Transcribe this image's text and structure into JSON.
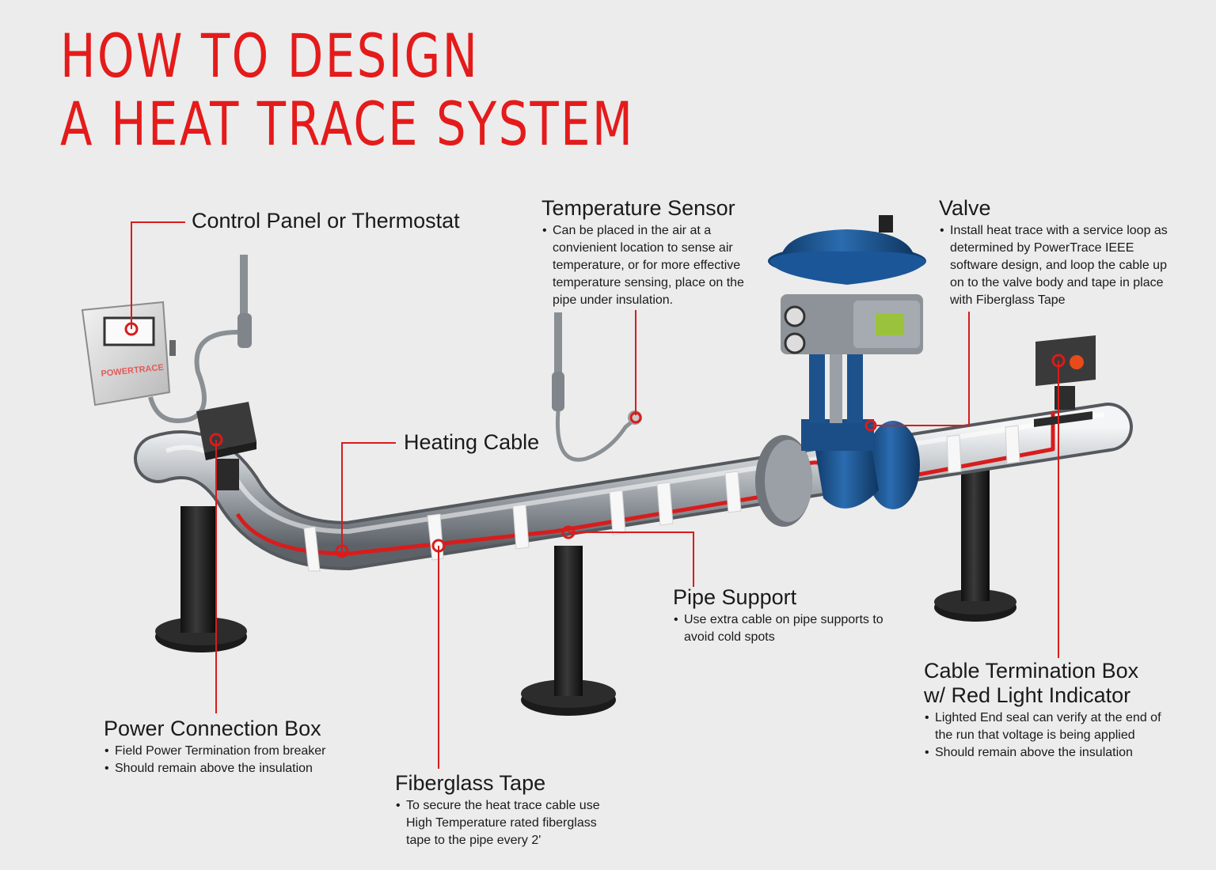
{
  "title": {
    "line1": "HOW TO DESIGN",
    "line2": "A HEAT TRACE SYSTEM"
  },
  "control_panel": {
    "heading": "Control Panel or Thermostat",
    "logo_text": "POWERTRACE"
  },
  "heating_cable": {
    "heading": "Heating Cable"
  },
  "temperature_sensor": {
    "heading": "Temperature Sensor",
    "bullets": [
      "Can be placed in the air at a convienient location to sense air temperature, or for more effective temperature sensing, place on the pipe under insulation."
    ]
  },
  "valve": {
    "heading": "Valve",
    "bullets": [
      "Install heat trace with a service loop as determined by PowerTrace IEEE software design, and loop the cable up on to the valve body and tape in place with Fiberglass Tape"
    ]
  },
  "pipe_support": {
    "heading": "Pipe Support",
    "bullets": [
      "Use extra cable on pipe supports to avoid cold spots"
    ]
  },
  "power_connection": {
    "heading": "Power Connection Box",
    "bullets": [
      "Field Power Termination from breaker",
      "Should remain above the insulation"
    ]
  },
  "fiberglass_tape": {
    "heading": "Fiberglass Tape",
    "bullets": [
      "To secure the heat trace cable use High Temperature rated fiberglass tape to the pipe every 2'"
    ]
  },
  "termination_box": {
    "heading_line1": "Cable Termination Box",
    "heading_line2": "w/ Red Light Indicator",
    "bullets": [
      "Lighted End seal can verify at the end of the run that voltage is being applied",
      "Should remain above the insulation"
    ]
  },
  "colors": {
    "title_red": "#e41b1b",
    "leader_red": "#d81c1c",
    "background": "#ececec",
    "valve_blue": "#1f5d9c",
    "pipe_steel": "#b9bdc1"
  }
}
